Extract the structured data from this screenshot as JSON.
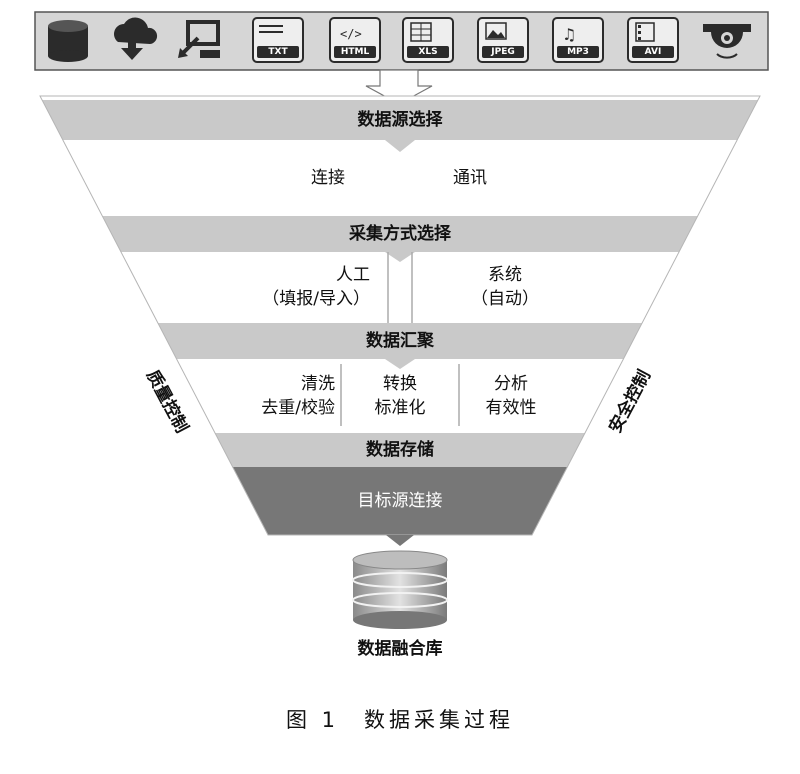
{
  "icon_bar": {
    "icons": [
      {
        "name": "database-icon",
        "label": ""
      },
      {
        "name": "cloud-download-icon",
        "label": ""
      },
      {
        "name": "screen-import-icon",
        "label": ""
      },
      {
        "name": "txt-file-icon",
        "label": "TXT"
      },
      {
        "name": "html-file-icon",
        "label": "HTML"
      },
      {
        "name": "xls-file-icon",
        "label": "XLS"
      },
      {
        "name": "jpeg-file-icon",
        "label": "JPEG"
      },
      {
        "name": "mp3-file-icon",
        "label": "MP3"
      },
      {
        "name": "avi-file-icon",
        "label": "AVI"
      },
      {
        "name": "camera-icon",
        "label": ""
      }
    ]
  },
  "funnel": {
    "stage1_title": "数据源选择",
    "stage1_items": [
      "连接",
      "通讯"
    ],
    "stage2_title": "采集方式选择",
    "stage2_left": "人工\n（填报/导入）",
    "stage2_right": "系统\n（自动）",
    "stage3_title": "数据汇聚",
    "stage3_items": [
      "清洗\n去重/校验",
      "转换\n标准化",
      "分析\n有效性"
    ],
    "stage4_title": "数据存储",
    "stage5_title": "目标源连接"
  },
  "side_labels": {
    "left": "质量控制",
    "right": "安全控制"
  },
  "output": {
    "label": "数据融合库"
  },
  "caption": "图 1　数据采集过程",
  "colors": {
    "band": "#c9c9c9",
    "body": "#ffffff",
    "dark_band": "#777777",
    "icon_bar": "#d6d6d6",
    "icon_dark": "#2b2b2b"
  }
}
